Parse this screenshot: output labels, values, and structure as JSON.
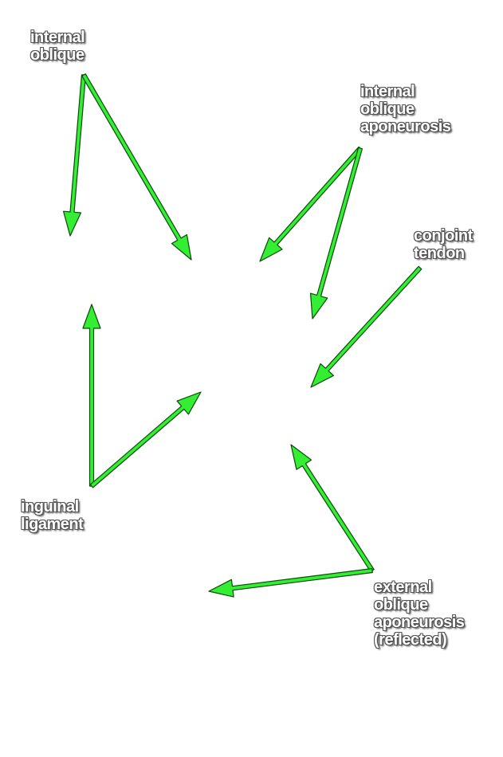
{
  "colors": {
    "arrow_fill": "#33ee33",
    "arrow_stroke": "#0b4a0b",
    "label_text": "#ffffff"
  },
  "labels": {
    "internal_oblique": [
      "internal",
      "oblique"
    ],
    "internal_oblique_aponeurosis": [
      "internal",
      "oblique",
      "aponeurosis"
    ],
    "conjoint_tendon": [
      "conjoint",
      "tendon"
    ],
    "inguinal_ligament": [
      "inguinal",
      "ligament"
    ],
    "external_oblique_aponeurosis": [
      "external",
      "oblique",
      "aponeurosis",
      "(reflected)"
    ]
  }
}
